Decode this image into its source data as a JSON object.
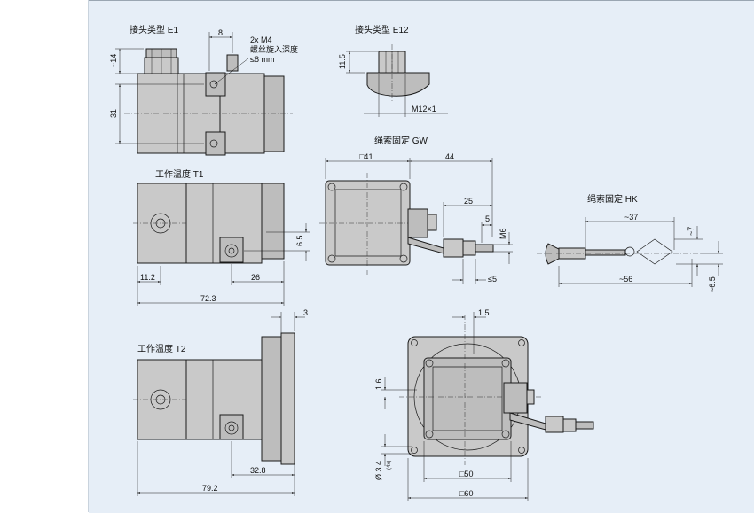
{
  "labels": {
    "e1": "接头类型 E1",
    "e12": "接头类型 E12",
    "t1": "工作温度 T1",
    "t2": "工作温度 T2",
    "gw": "绳索固定 GW",
    "hk": "绳索固定 HK",
    "m4_line1": "2x M4",
    "m4_line2": "螺丝旋入深度",
    "m4_line3": "≤8 mm"
  },
  "dims": {
    "d8": "8",
    "d14": "~14",
    "d31": "31",
    "d115": "11.5",
    "m12": "M12×1",
    "sq41": "□41",
    "d44": "44",
    "d25": "25",
    "d5": "5",
    "m6": "M6",
    "le5": "≤5",
    "d65a": "6.5",
    "d112": "11.2",
    "d26": "26",
    "d723": "72.3",
    "d37": "~37",
    "d7": "~7",
    "d56": "~56",
    "d65b": "~6.5",
    "d3": "3",
    "d15": "1.5",
    "d16": "1.6",
    "d328": "32.8",
    "d792": "79.2",
    "phi34": "Ø 3.4",
    "n4x": "(4x)",
    "sq50": "□50",
    "sq60": "□60"
  }
}
